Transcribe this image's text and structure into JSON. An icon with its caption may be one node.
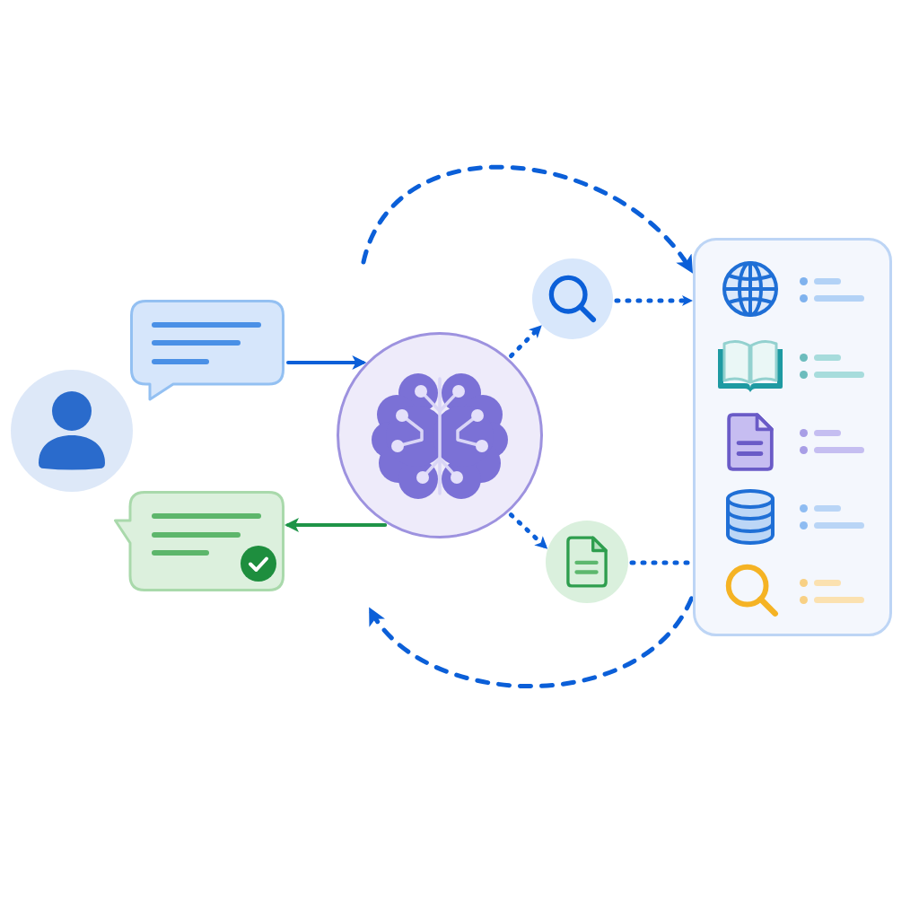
{
  "diagram": {
    "nodes": [
      {
        "text": [],
        "shape": "person"
      },
      {
        "text": [],
        "shape": "bubble"
      },
      {
        "text": [],
        "shape": "bubble"
      },
      {
        "text": [],
        "shape": "circle"
      },
      {
        "text": [],
        "shape": "circle"
      },
      {
        "text": [],
        "shape": "circle"
      },
      {
        "text": [],
        "shape": "box"
      }
    ],
    "edges": [
      {
        "from": 1,
        "to": 3,
        "arrow": "to"
      },
      {
        "from": 3,
        "to": 2,
        "arrow": "to",
        "color": "#1e9448"
      },
      {
        "from": 3,
        "to": 4,
        "arrow": "to",
        "style": "dashed"
      },
      {
        "from": 3,
        "to": 5,
        "arrow": "to",
        "style": "dashed"
      },
      {
        "from": 4,
        "to": 6,
        "arrow": "to",
        "style": "dashed"
      },
      {
        "from": 5,
        "to": 6,
        "arrow": "none",
        "style": "dashed"
      },
      {
        "from": null,
        "to": 6,
        "arrow": "to",
        "style": "dashed"
      },
      {
        "from": 6,
        "to": null,
        "arrow": "to",
        "style": "dashed"
      }
    ]
  }
}
